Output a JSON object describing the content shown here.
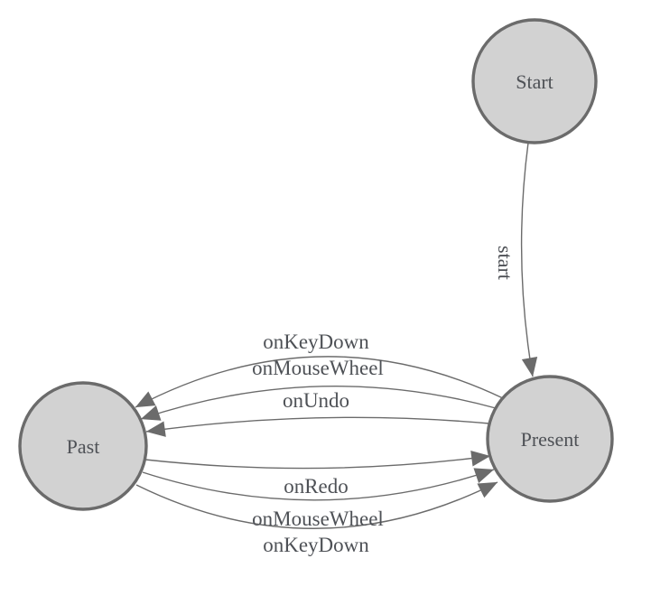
{
  "diagram": {
    "type": "state-machine",
    "colors": {
      "node_fill": "#d2d2d2",
      "node_stroke": "#6b6b6b",
      "edge_stroke": "#6b6b6b",
      "label_text": "#4e5156",
      "background": "#ffffff"
    },
    "nodes": {
      "start": {
        "label": "Start"
      },
      "present": {
        "label": "Present"
      },
      "past": {
        "label": "Past"
      }
    },
    "edges": {
      "start_to_present": {
        "label": "start"
      },
      "present_to_past": [
        {
          "label": "onKeyDown"
        },
        {
          "label": "onMouseWheel"
        },
        {
          "label": "onUndo"
        }
      ],
      "past_to_present": [
        {
          "label": "onRedo"
        },
        {
          "label": "onMouseWheel"
        },
        {
          "label": "onKeyDown"
        }
      ]
    }
  }
}
